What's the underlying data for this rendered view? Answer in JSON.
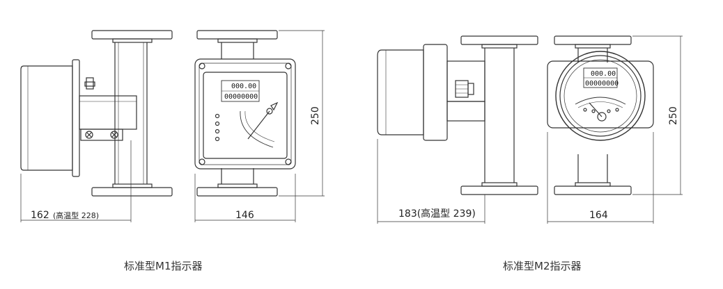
{
  "m1": {
    "caption": "标准型M1指示器",
    "width_label": "162",
    "width_hot_label": "(高温型 228)",
    "front_width_label": "146",
    "height_label": "250",
    "lcd_top": "000.00",
    "lcd_bottom": "00000000"
  },
  "m2": {
    "caption": "标准型M2指示器",
    "width_label": "183(高温型 239)",
    "front_width_label": "164",
    "height_label": "250",
    "lcd_top": "000.00",
    "lcd_bottom": "00000000"
  }
}
